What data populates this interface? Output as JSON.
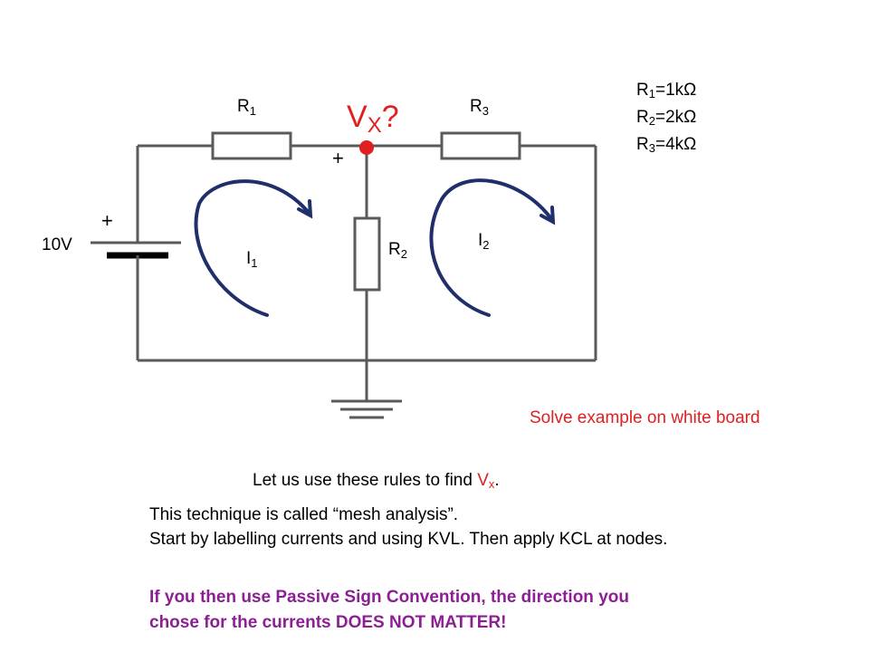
{
  "circuit": {
    "source_label": "10V",
    "plus_sign": "+",
    "r1_label": "R",
    "r1_sub": "1",
    "r2_label": "R",
    "r2_sub": "2",
    "r3_label": "R",
    "r3_sub": "3",
    "vx_label": "V",
    "vx_sub": "X",
    "vx_q": "?",
    "i1_label": "I",
    "i1_sub": "1",
    "i2_label": "I",
    "i2_sub": "2"
  },
  "values": {
    "r1": {
      "name": "R",
      "sub": "1",
      "value": "=1kΩ"
    },
    "r2": {
      "name": "R",
      "sub": "2",
      "value": "=2kΩ"
    },
    "r3": {
      "name": "R",
      "sub": "3",
      "value": "=4kΩ"
    }
  },
  "note_red": "Solve example on white board",
  "rule_line": {
    "prefix": "Let us use these rules to find ",
    "v": "V",
    "sub": "x",
    "suffix": "."
  },
  "mesh_line": "This technique is called “mesh analysis”.",
  "kvl_line": "Start by labelling currents and using KVL. Then apply KCL at nodes.",
  "psc_line1": "If you then use Passive Sign Convention, the direction you",
  "psc_line2": "chose for the currents DOES NOT MATTER!",
  "colors": {
    "wire": "#5a5a5a",
    "arrow": "#1f2f6b",
    "node": "#e02020",
    "red_text": "#e02020",
    "purple_text": "#8b1f93"
  }
}
